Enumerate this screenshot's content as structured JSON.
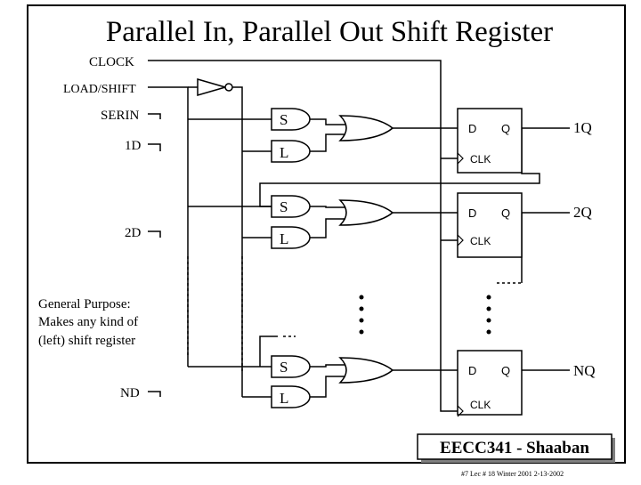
{
  "title": "Parallel In, Parallel Out Shift Register",
  "inputs": {
    "clock": "CLOCK",
    "load_shift": "LOAD/SHIFT",
    "serin": "SERIN",
    "d1": "1D",
    "d2": "2D",
    "dn": "ND"
  },
  "gate_inputs": {
    "shift": "S",
    "load": "L"
  },
  "flipflop": {
    "d": "D",
    "q": "Q",
    "clk": "CLK"
  },
  "outputs": [
    "1Q",
    "2Q",
    "NQ"
  ],
  "note": [
    "General Purpose:",
    "Makes any kind of",
    "(left) shift register"
  ],
  "footer": {
    "badge": "EECC341 - Shaaban",
    "slide_info": "#7   Lec # 18   Winter 2001  2-13-2002"
  },
  "colors": {
    "gate_label": "#008000",
    "line": "#000000"
  }
}
